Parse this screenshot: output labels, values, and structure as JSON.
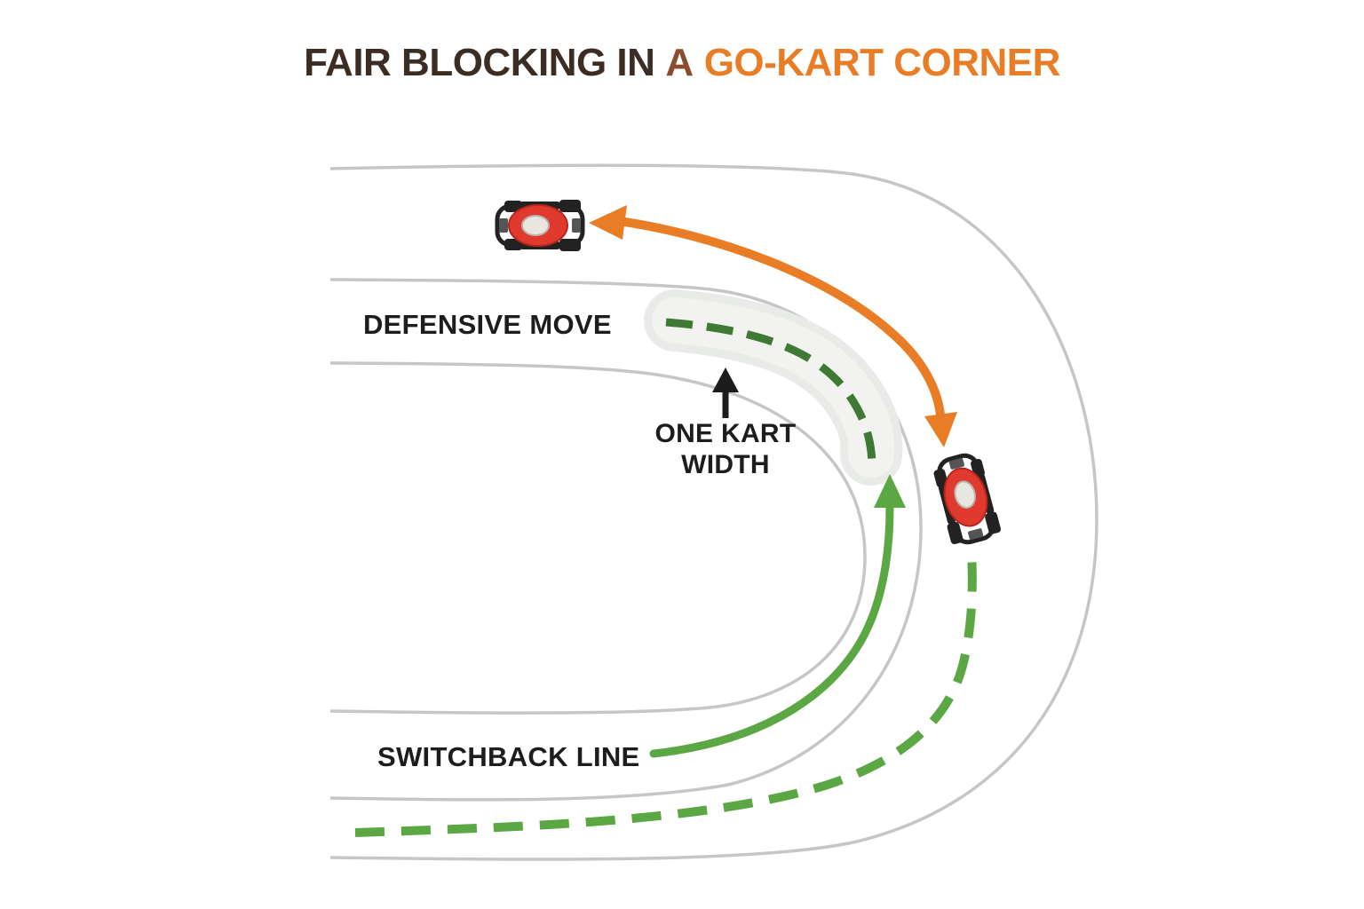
{
  "title": {
    "text_dark": "FAIR BLOCKING IN",
    "text_mid": "A",
    "text_accent": "GO-KART CORNER"
  },
  "labels": {
    "defensive_move": "DEFENSIVE MOVE",
    "one_kart_width": "ONE KART WIDTH",
    "switchback_line": "SWITCHBACK LINE"
  },
  "icons": {
    "kart_icon": "go-kart-top-view",
    "up_arrow_icon": "black-up-arrow",
    "double_arrow_icon": "orange-curved-double-arrow",
    "switchback_arrow_icon": "green-curved-up-arrow"
  },
  "colors": {
    "title_dark": "#3b2d23",
    "title_mid": "#8a4d2e",
    "accent_orange": "#e87d26",
    "green_bright": "#5aa743",
    "green_dark": "#3e7a33",
    "track_line": "#c6c6c6",
    "band": "#e9ebe8",
    "band_speckle": "#ffffff",
    "label_text": "#1d1d1b",
    "arrow_black": "#1c1c1c",
    "kart_black": "#222222",
    "kart_red": "#e0392e",
    "kart_red_dark": "#b5251c",
    "kart_helmet": "#e9e5df",
    "kart_helmet_edge": "#b9b4ac",
    "kart_detail": "#555555"
  }
}
